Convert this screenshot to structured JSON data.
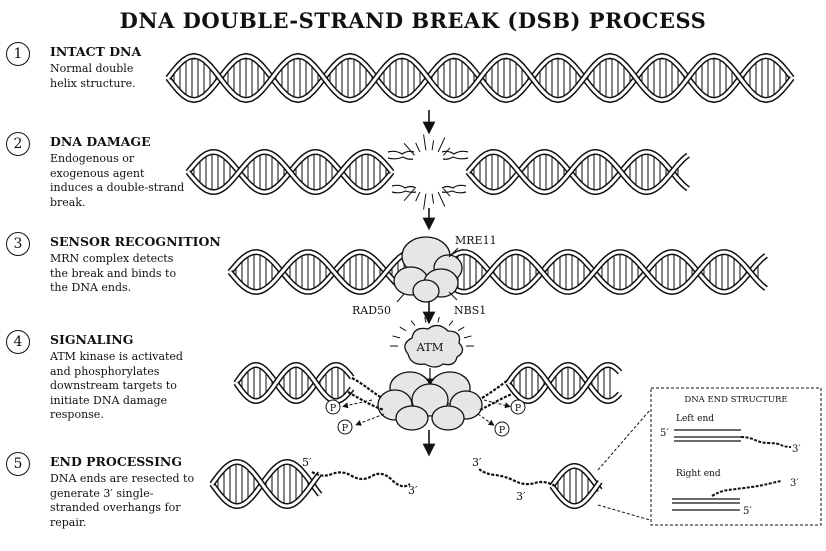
{
  "title": "DNA DOUBLE-STRAND BREAK (DSB) PROCESS",
  "steps": [
    {
      "number": "1",
      "title": "INTACT DNA",
      "description": "Normal double helix structure."
    },
    {
      "number": "2",
      "title": "DNA DAMAGE",
      "description": "Endogenous or exogenous agent induces a double-strand break."
    },
    {
      "number": "3",
      "title": "SENSOR RECOGNITION",
      "description": "MRN complex detects the break and binds to the DNA ends."
    },
    {
      "number": "4",
      "title": "SIGNALING",
      "description": "ATM kinase is activated and phosphorylates downstream targets to initiate DNA damage response."
    },
    {
      "number": "5",
      "title": "END PROCESSING",
      "description": "DNA ends are resected to generate 3′ single-stranded overhangs for repair."
    }
  ],
  "labels": {
    "mre11": "MRE11",
    "rad50": "RAD50",
    "nbs1": "NBS1",
    "atm": "ATM",
    "phosphate": "P",
    "five_prime": "5′",
    "three_prime": "3′"
  },
  "inset": {
    "title": "DNA END STRUCTURE",
    "left_end": "Left end",
    "right_end": "Right end"
  }
}
